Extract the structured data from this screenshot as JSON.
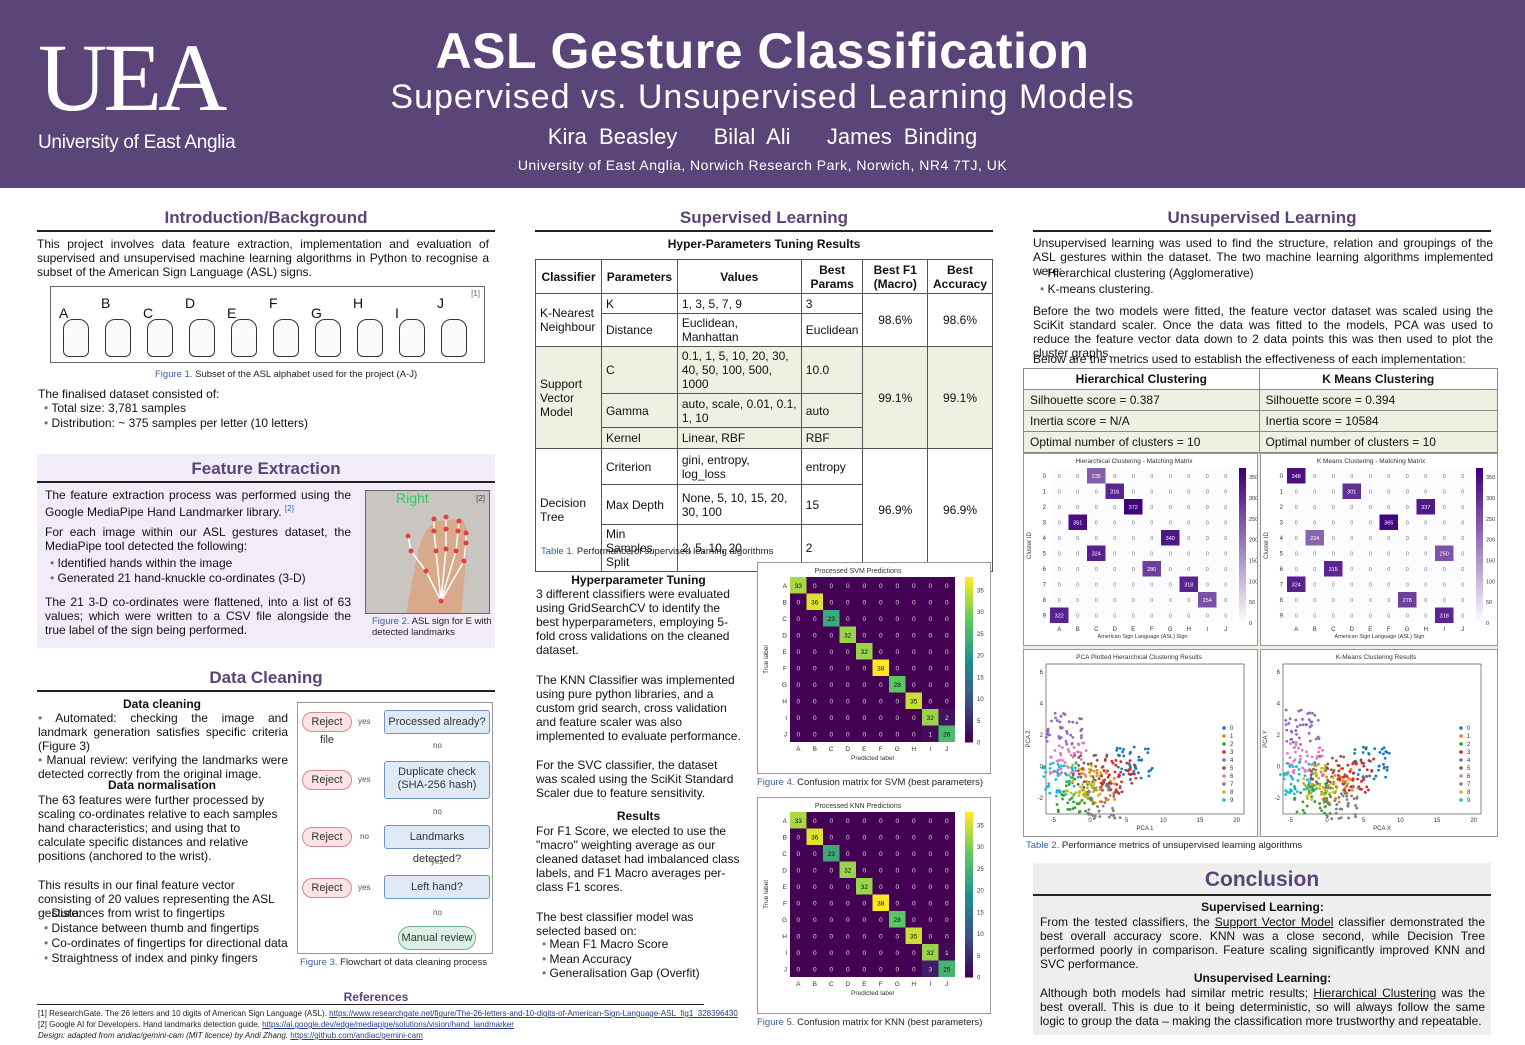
{
  "header": {
    "logo_mark": "UEA",
    "logo_text": "University of East Anglia",
    "title": "ASL Gesture Classification",
    "subtitle": "Supervised vs. Unsupervised Learning Models",
    "authors": "Kira Beasley   Bilal Ali   James Binding",
    "affiliation": "University of East Anglia, Norwich Research Park, Norwich, NR4 7TJ, UK"
  },
  "intro": {
    "title": "Introduction/Background",
    "para": "This project involves data feature extraction, implementation and evaluation of supervised and unsupervised machine learning algorithms in Python to recognise a subset of the American Sign Language (ASL) signs.",
    "fig_letters": [
      "A",
      "B",
      "C",
      "D",
      "E",
      "F",
      "G",
      "H",
      "I",
      "J"
    ],
    "fig_ref": "[1]",
    "fig_caption_label": "Figure 1.",
    "fig_caption": " Subset of the ASL alphabet used for the project (A-J)",
    "dataset_intro": "The finalised dataset consisted of:",
    "dataset_items": [
      "Total size: 3,781 samples",
      "Distribution: ~ 375 samples per letter (10 letters)"
    ]
  },
  "feature": {
    "title": "Feature Extraction",
    "para1": "The feature extraction process was performed using the Google MediaPipe Hand Landmarker library.",
    "para1_ref": "[2]",
    "para2": "For each image within our ASL gestures dataset, the MediaPipe tool detected the following:",
    "items": [
      "Identified hands within the image",
      "Generated 21 hand-knuckle co-ordinates (3-D)"
    ],
    "para3": "The 21 3-D co-ordinates were flattened, into a list of 63 values; which were written to a CSV file alongside the true label of the sign being performed.",
    "fig_label": "Right",
    "fig_ref": "[2]",
    "fig_caption_label": "Figure 2.",
    "fig_caption": " ASL sign for E with detected landmarks"
  },
  "cleaning": {
    "title": "Data Cleaning",
    "sub1": "Data cleaning",
    "items1": [
      "Automated: checking the image and landmark generation satisfies specific criteria (Figure 3)",
      "Manual review: verifying the landmarks were detected correctly from the original image."
    ],
    "sub2": "Data normalisation",
    "para2": "The 63 features were further processed by scaling co-ordinates relative to each samples hand characteristics; and using that to calculate specific distances and relative positions (anchored to the wrist).",
    "para3": "This results in our final feature vector consisting of 20 values representing the ASL gesture:",
    "items2": [
      "Distances from wrist to fingertips",
      "Distance between thumb and fingertips",
      "Co-ordinates of fingertips for directional data",
      "Straightness of index and pinky fingers"
    ],
    "flow": {
      "start": "Reject file",
      "q1": "Processed already?",
      "q2": "Duplicate check (SHA-256 hash)",
      "q3": "Landmarks detected?",
      "q4": "Left hand?",
      "end": "Manual review",
      "reject": "Reject",
      "yes": "yes",
      "no": "no"
    },
    "fig_caption_label": "Figure 3.",
    "fig_caption": " Flowchart of data cleaning process"
  },
  "references": {
    "title": "References",
    "r1": "[1]  ResearchGate. The 26 letters and 10 digits of American Sign Language (ASL). ",
    "r1_link": "https://www.researchgate.net/figure/The-26-letters-and-10-digits-of-American-Sign-Language-ASL_fig1_328396430",
    "r2": "[2]  Google AI for Developers. Hand landmarks detection guide. ",
    "r2_link": "https://ai.google.dev/edge/mediapipe/solutions/vision/hand_landmarker",
    "r3": "Design: adapted from andiac/gemini-cam (MIT licence) by Andi Zhang. ",
    "r3_link": "https://github.com/andiac/gemini-cam"
  },
  "supervised": {
    "title": "Supervised Learning",
    "table_title": "Hyper-Parameters Tuning Results",
    "headers": [
      "Classifier",
      "Parameters",
      "Values",
      "Best Params",
      "Best F1 (Macro)",
      "Best Accuracy"
    ],
    "knn": {
      "name": "K-Nearest Neighbour",
      "rows": [
        [
          "K",
          "1, 3, 5, 7, 9",
          "3"
        ],
        [
          "Distance",
          "Euclidean, Manhattan",
          "Euclidean"
        ]
      ],
      "f1": "98.6%",
      "acc": "98.6%"
    },
    "svm": {
      "name": "Support Vector Model",
      "rows": [
        [
          "C",
          "0.1, 1, 5, 10, 20, 30, 40, 50, 100, 500, 1000",
          "10.0"
        ],
        [
          "Gamma",
          "auto, scale, 0.01, 0.1, 1, 10",
          "auto"
        ],
        [
          "Kernel",
          "Linear, RBF",
          "RBF"
        ]
      ],
      "f1": "99.1%",
      "acc": "99.1%"
    },
    "dt": {
      "name": "Decision Tree",
      "rows": [
        [
          "Criterion",
          "gini, entropy, log_loss",
          "entropy"
        ],
        [
          "Max Depth",
          "None, 5, 10, 15, 20, 30, 100",
          "15"
        ],
        [
          "Min Samples Split",
          "2, 5, 10, 20",
          "2"
        ]
      ],
      "f1": "96.9%",
      "acc": "96.9%"
    },
    "table_caption_label": "Table 1.",
    "table_caption": " Performance of supervised learning algorithms",
    "hp_title": "Hyperparameter Tuning",
    "hp_para1": "3 different classifiers were evaluated using GridSearchCV to identify the best hyperparameters, employing 5-fold cross validations on the cleaned dataset.",
    "hp_para2": "The KNN Classifier was implemented using pure python libraries, and a custom grid search, cross validation and feature scaler was also implemented to evaluate performance.",
    "hp_para3": "For the SVC classifier, the dataset was scaled using the SciKit Standard Scaler due to feature sensitivity.",
    "res_title": "Results",
    "res_para1": "For F1 Score, we elected to use the \"macro\" weighting average as our cleaned dataset had imbalanced class labels, and F1 Macro averages per-class F1 scores.",
    "res_para2": "The best classifier model was selected based on:",
    "res_items": [
      "Mean F1 Macro Score",
      "Mean Accuracy",
      "Generalisation Gap (Overfit)"
    ],
    "fig4_title": "Processed SVM Predictions",
    "fig4_caption_label": "Figure 4.",
    "fig4_caption": " Confusion matrix for SVM (best parameters)",
    "fig5_title": "Processed KNN Predictions",
    "fig5_caption_label": "Figure 5.",
    "fig5_caption": " Confusion matrix for KNN (best parameters)",
    "cm_xlabel": "Predicted label",
    "cm_ylabel": "True label",
    "cm_classes": [
      "A",
      "B",
      "C",
      "D",
      "E",
      "F",
      "G",
      "H",
      "I",
      "J"
    ],
    "svm_diag": [
      33,
      36,
      23,
      32,
      32,
      38,
      28,
      35,
      32,
      26
    ],
    "svm_off": [
      {
        "r": 8,
        "c": 9,
        "v": 2
      },
      {
        "r": 9,
        "c": 8,
        "v": 1
      }
    ],
    "knn_diag": [
      33,
      36,
      23,
      32,
      32,
      38,
      28,
      35,
      32,
      25
    ],
    "knn_off": [
      {
        "r": 8,
        "c": 9,
        "v": 1
      },
      {
        "r": 9,
        "c": 8,
        "v": 3
      }
    ],
    "cm_ticks": [
      "35",
      "30",
      "25",
      "20",
      "15",
      "10",
      "5",
      "0"
    ]
  },
  "unsupervised": {
    "title": "Unsupervised Learning",
    "para1": "Unsupervised learning was used to find the structure, relation and groupings of the ASL gestures within the dataset. The two machine learning algorithms implemented were:",
    "items": [
      "Hierarchical clustering (Agglomerative)",
      "K-means clustering."
    ],
    "para2": "Before the two models were fitted, the feature vector dataset was scaled using the SciKit standard scaler. Once the data was fitted to the models, PCA was used to reduce the feature vector data down to 2 data points this was then used to plot the cluster graphs.",
    "para3": "Below are the metrics used to establish the effectiveness of each implementation:",
    "t_h1": "Hierarchical Clustering",
    "t_h2": "K Means Clustering",
    "t_rows": [
      [
        "Silhouette score = 0.387",
        "Silhouette score = 0.394"
      ],
      [
        "Inertia score = N/A",
        "Inertia score = 10584"
      ],
      [
        "Optimal number of clusters = 10",
        "Optimal number of clusters = 10"
      ]
    ],
    "m1_title": "Hierarchical Clustering - Matching Matrix",
    "m2_title": "K Means Clustering - Matching Matrix",
    "m_xlabel": "American Sign Language (ASL) Sign",
    "m_ylabel": "Cluster ID",
    "m_ticks": [
      "350",
      "300",
      "250",
      "200",
      "150",
      "100",
      "50",
      "0"
    ],
    "m1_cells": [
      {
        "r": 0,
        "c": 2,
        "v": 235
      },
      {
        "r": 1,
        "c": 3,
        "v": 316
      },
      {
        "r": 2,
        "c": 4,
        "v": 372
      },
      {
        "r": 3,
        "c": 1,
        "v": 351
      },
      {
        "r": 4,
        "c": 6,
        "v": 340
      },
      {
        "r": 5,
        "c": 2,
        "v": 324
      },
      {
        "r": 6,
        "c": 5,
        "v": 280
      },
      {
        "r": 7,
        "c": 7,
        "v": 318
      },
      {
        "r": 8,
        "c": 8,
        "v": 254
      },
      {
        "r": 9,
        "c": 0,
        "v": 322
      }
    ],
    "m2_cells": [
      {
        "r": 0,
        "c": 0,
        "v": 348
      },
      {
        "r": 1,
        "c": 3,
        "v": 301
      },
      {
        "r": 2,
        "c": 7,
        "v": 337
      },
      {
        "r": 3,
        "c": 5,
        "v": 365
      },
      {
        "r": 4,
        "c": 1,
        "v": 224
      },
      {
        "r": 5,
        "c": 8,
        "v": 250
      },
      {
        "r": 6,
        "c": 2,
        "v": 315
      },
      {
        "r": 7,
        "c": 0,
        "v": 324
      },
      {
        "r": 8,
        "c": 6,
        "v": 278
      },
      {
        "r": 9,
        "c": 8,
        "v": 318
      }
    ],
    "p1_title": "PCA Plotted Hierarchical Clustering Results",
    "p2_title": "K-Means Clustering Results",
    "p1_xlabel": "PCA 1",
    "p1_ylabel": "PCA 2",
    "p2_xlabel": "PCA X",
    "p2_ylabel": "PCA Y",
    "p_xticks": [
      "-5",
      "0",
      "5",
      "10",
      "15",
      "20"
    ],
    "p_legend": [
      "0",
      "1",
      "2",
      "3",
      "4",
      "5",
      "6",
      "7",
      "8",
      "9"
    ],
    "p_colors": [
      "#1f77b4",
      "#ff7f0e",
      "#2ca02c",
      "#d62728",
      "#9467bd",
      "#8c564b",
      "#e377c2",
      "#7f7f7f",
      "#bcbd22",
      "#17becf"
    ],
    "table_caption_label": "Table 2.",
    "table_caption": " Performance metrics of unsupervised learning algorithms"
  },
  "conclusion": {
    "title": "Conclusion",
    "sub1": "Supervised Learning:",
    "para1a": "From the tested classifiers, the ",
    "para1_link": "Support Vector Model",
    "para1b": " classifier demonstrated the best overall accuracy score. KNN was a close second, while Decision Tree performed poorly in comparison. Feature scaling significantly improved KNN and SVC performance.",
    "sub2": "Unsupervised Learning:",
    "para2a": "Although both models had similar metric results; ",
    "para2_link": "Hierarchical Clustering",
    "para2b": " was the best overall. This is due to it being deterministic, so will always follow the same logic to group the data – making the classification more trustworthy and repeatable."
  }
}
